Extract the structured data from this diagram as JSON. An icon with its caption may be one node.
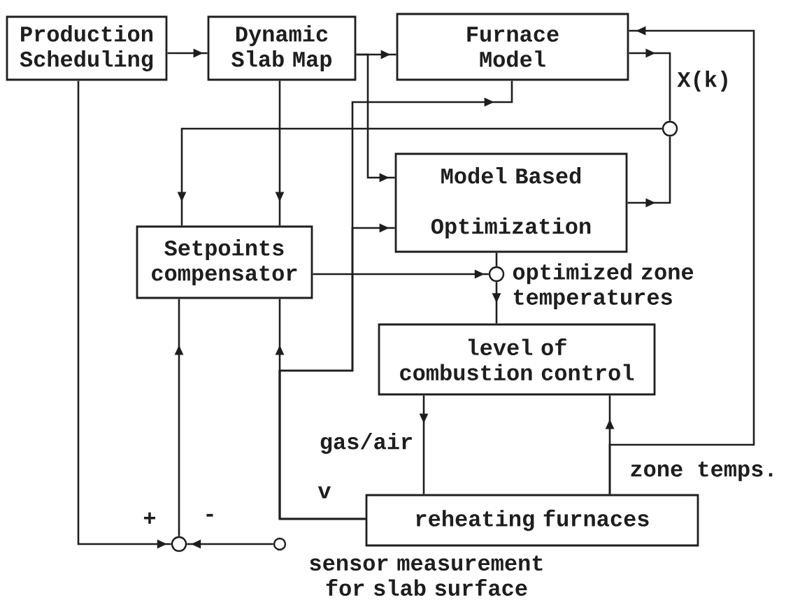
{
  "diagram": {
    "nodes": [
      {
        "text": [
          "Production Scheduling"
        ]
      },
      {
        "text": [
          "Dynamic Slab Map"
        ]
      },
      {
        "text": [
          "Furnace Model"
        ]
      },
      {
        "text": [
          "Model Based Optimization"
        ]
      },
      {
        "text": [
          "Setpoints compensator"
        ]
      },
      {
        "text": [
          "level of combustion control"
        ]
      },
      {
        "text": [
          "reheating furnaces"
        ]
      },
      {
        "text": [],
        "shape": "circle",
        "beside": [
          "X(k)"
        ]
      },
      {
        "text": [],
        "shape": "circle",
        "beside": [
          "optimized zone temperatures"
        ]
      },
      {
        "text": [],
        "shape": "circle"
      },
      {
        "text": [],
        "shape": "circle"
      }
    ],
    "edges": [
      {
        "from": 0,
        "to": 1,
        "arrow": "to"
      },
      {
        "from": 1,
        "to": 2,
        "arrow": "to"
      },
      {
        "from": 1,
        "to": 3,
        "arrow": "to"
      },
      {
        "from": 1,
        "to": 4,
        "arrow": "to"
      },
      {
        "from": 2,
        "to": 7,
        "arrow": "to"
      },
      {
        "from": 3,
        "to": 7,
        "arrow": "to"
      },
      {
        "from": 7,
        "to": 4,
        "arrow": "to"
      },
      {
        "from": 0,
        "to": 9,
        "arrow": "to"
      },
      {
        "from": 10,
        "to": 9,
        "arrow": "to"
      },
      {
        "from": 9,
        "to": 4,
        "arrow": "to"
      },
      {
        "from": 4,
        "to": 8,
        "arrow": "to"
      },
      {
        "from": 3,
        "to": 8,
        "arrow": "none"
      },
      {
        "from": 8,
        "to": 5,
        "arrow": "to"
      },
      {
        "from": 5,
        "to": 6,
        "arrow": "to",
        "label": "gas/air"
      },
      {
        "from": 6,
        "to": 5,
        "arrow": "to"
      },
      {
        "from": 6,
        "to": 2,
        "arrow": "to",
        "label": "zone temps."
      },
      {
        "from": 6,
        "to": 4,
        "arrow": "to",
        "label": "v"
      },
      {
        "from": 6,
        "to": 3,
        "arrow": "to"
      },
      {
        "from": 6,
        "to": 2,
        "arrow": "to"
      }
    ],
    "labels": [
      "+",
      "-",
      "sensor measurement for slab surface"
    ]
  }
}
